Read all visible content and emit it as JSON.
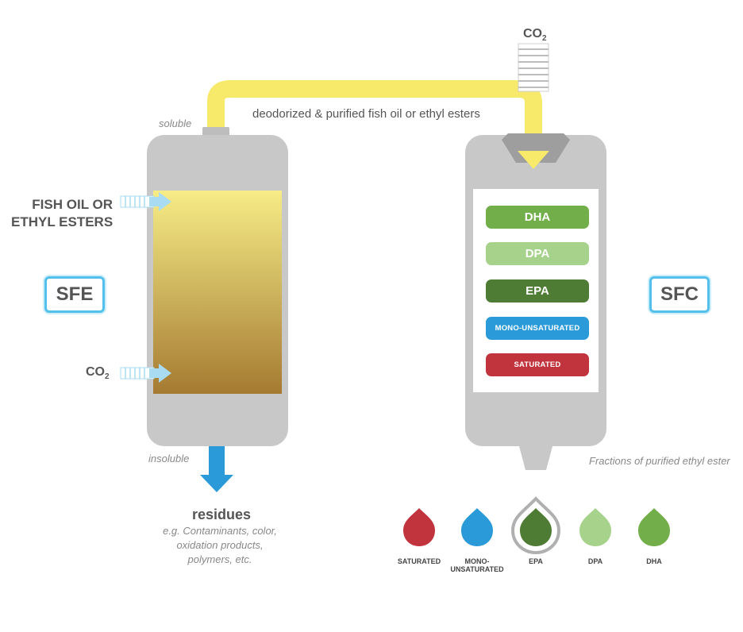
{
  "sfe": {
    "box_label": "SFE",
    "input_label_line1": "FISH OIL OR",
    "input_label_line2": "ETHYL ESTERS",
    "co2_label_main": "CO",
    "co2_label_sub": "2",
    "soluble_label": "soluble",
    "insoluble_label": "insoluble"
  },
  "pipe": {
    "label": "deodorized & purified fish oil or ethyl esters"
  },
  "sfc": {
    "box_label": "SFC",
    "co2_label_main": "CO",
    "co2_label_sub": "2",
    "fractions_label": "Fractions of purified ethyl ester",
    "fractions": [
      {
        "label": "DHA",
        "color": "#72ae4a"
      },
      {
        "label": "DPA",
        "color": "#a7d28b"
      },
      {
        "label": "EPA",
        "color": "#4f7c34"
      },
      {
        "label": "MONO-UNSATURATED",
        "color": "#2a9ad8"
      },
      {
        "label": "SATURATED",
        "color": "#c2343d"
      }
    ]
  },
  "residues": {
    "title": "residues",
    "line1": "e.g. Contaminants, color,",
    "line2": "oxidation products,",
    "line3": "polymers, etc."
  },
  "legend": [
    {
      "label": "SATURATED",
      "color": "#c2343d"
    },
    {
      "label_line1": "MONO-",
      "label_line2": "UNSATURATED",
      "color": "#2a9ad8"
    },
    {
      "label": "EPA",
      "color": "#4f7c34"
    },
    {
      "label": "DPA",
      "color": "#a7d28b"
    },
    {
      "label": "DHA",
      "color": "#72ae4a"
    }
  ],
  "colors": {
    "vessel_gray": "#c8c8c8",
    "pipe_yellow": "#f7ea6a",
    "arrow_blue": "#2a9ad8",
    "label_box_border": "#52c0ea",
    "inlet_light_blue": "#a9dcf3"
  }
}
